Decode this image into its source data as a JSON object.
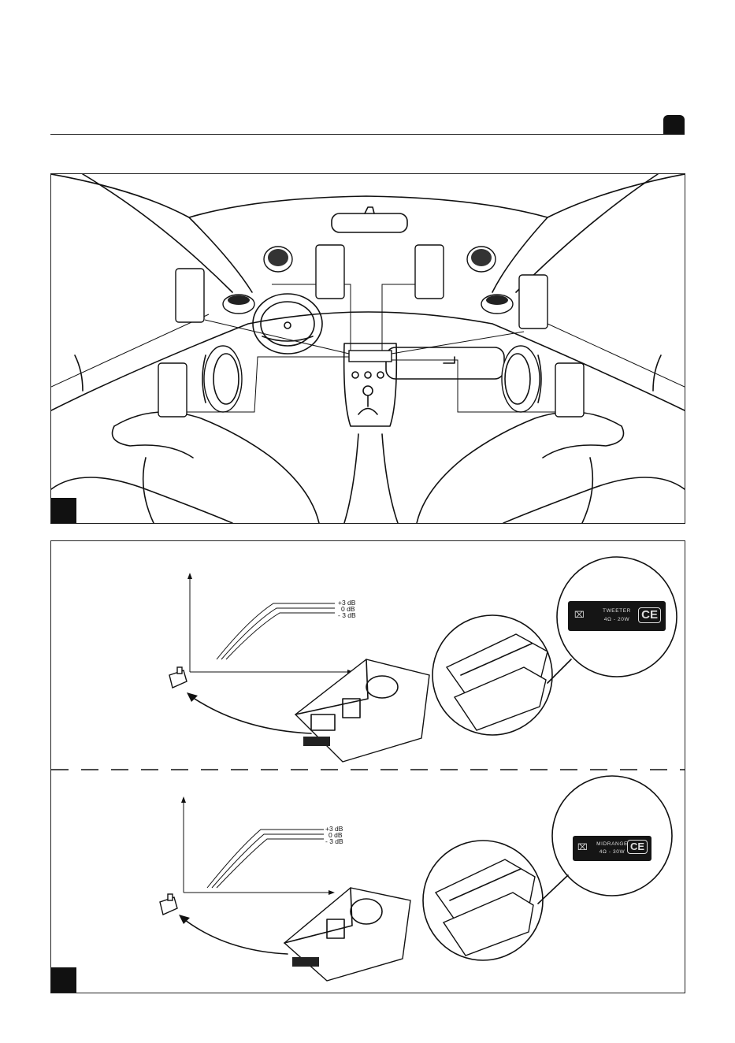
{
  "header": {
    "tab_color": "#111111"
  },
  "install_figure": {
    "icons": [
      "windshield",
      "rear-view-mirror",
      "steering-wheel",
      "gear-shifter",
      "head-unit",
      "tweeter-left",
      "tweeter-right",
      "midrange-left",
      "midrange-right",
      "woofer-left",
      "woofer-right",
      "crossover-box"
    ]
  },
  "tweeter_crossover": {
    "db_labels": [
      "+3 dB",
      "0 dB",
      "- 3 dB"
    ],
    "label": {
      "model": "TWEETER",
      "rating": "4Ω - 20W",
      "mark": "CE"
    }
  },
  "midrange_crossover": {
    "db_labels": [
      "+3 dB",
      "0 dB",
      "- 3 dB"
    ],
    "label": {
      "model": "MIDRANGE",
      "rating": "4Ω - 30W",
      "mark": "CE"
    }
  }
}
